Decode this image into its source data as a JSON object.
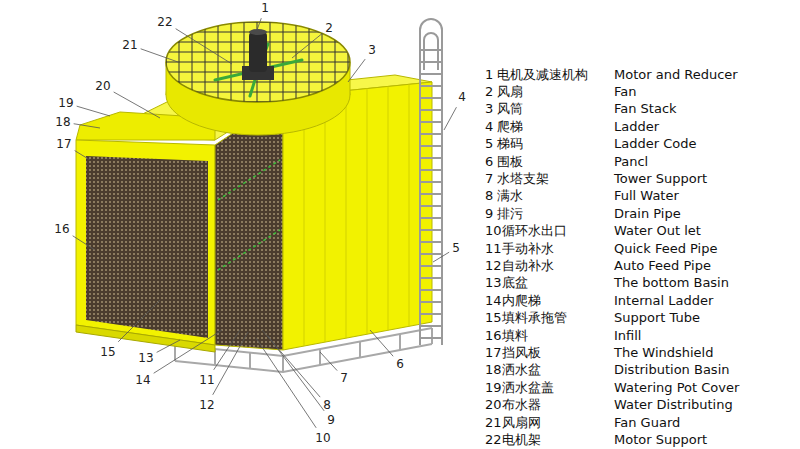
{
  "diagram": {
    "labels": [
      "1",
      "22",
      "2",
      "21",
      "3",
      "20",
      "4",
      "19",
      "18",
      "17",
      "16",
      "5",
      "6",
      "15",
      "13",
      "14",
      "7",
      "11",
      "12",
      "8",
      "9",
      "10",
      "1 电机及减速机构",
      "Motor and Reducer",
      "2 风扇",
      "Fan",
      "3 风筒",
      "Fan Stack",
      "4 爬梯",
      "Ladder",
      "5 梯码",
      "Ladder Code",
      "6 围板",
      "Pancl",
      "7 水塔支架",
      "Tower Support",
      "8 满水",
      "Full Water",
      "9 排污",
      "Drain Pipe",
      "10循环水出口",
      "Water Out let",
      "11手动补水",
      "Quick Feed Pipe",
      "12自动补水",
      "Auto Feed Pipe",
      "13底盆",
      "The bottom Basin",
      "14内爬梯",
      "Internal Ladder",
      "15填料承拖管",
      "Support Tube",
      "16填料",
      "Infill",
      "17挡风板",
      "The Windshield",
      "18洒水盆",
      "Distribution Basin",
      "19洒水盆盖",
      "Watering Pot Cover",
      "20布水器",
      "Water Distributing",
      "21风扇网",
      "Fan Guard",
      "22电机架",
      "Motor Support"
    ]
  }
}
